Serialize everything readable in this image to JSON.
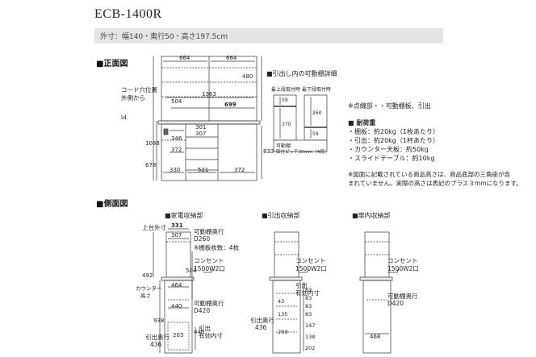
{
  "title": "ECB-1400R",
  "spec": "外寸：幅140・奥行50・高さ197.5cm",
  "front": {
    "section_label": "■正面図",
    "dims": {
      "w664a": "664",
      "w664b": "664",
      "h480": "480",
      "w1363": "1363",
      "w699": "699",
      "h504": "504",
      "h54": "54",
      "h1088": "1088",
      "h678": "678",
      "w301": "301",
      "w307": "307",
      "w346": "346",
      "w372": "372",
      "h833": "833",
      "w330": "330",
      "w521": "521",
      "w372b": "372"
    },
    "cord_label": [
      "コード穴位置",
      "外側から"
    ]
  },
  "shelf_detail": {
    "title": "■引出し内の可動棚詳細",
    "upper_label": "最上段取付時",
    "lower_label": "最下段取付時",
    "dims": {
      "d59a": "59",
      "d370": "370",
      "d59b": "59",
      "d260": "260"
    },
    "callout": [
      "可動棚",
      "取付ピッチ30mm（4段）"
    ]
  },
  "notes": {
    "dotted": "※点線部・・可動棚板、引出",
    "load_title": "■ 耐荷重",
    "loads": [
      "・棚板：約20kg（1枚あたり）",
      "・引出：約20kg（1杯あたり）",
      "・カウンター天板：約50kg",
      "・スライドテーブル：約10kg"
    ],
    "disclaimer": [
      "※図面に記載されている商品高さは、商品底部の三角座が含",
      "まれていません。実際の高さは表記のプラス３mmになります。"
    ]
  },
  "side": {
    "section_label": "■側面図",
    "appliance": {
      "title": "■家電収納部",
      "top_depth": "上台外寸",
      "d331": "331",
      "d307": "307",
      "shelf_depth": [
        "可動棚奥行",
        "D260"
      ],
      "shelf_count": "※棚板枚数：4枚",
      "outlet": [
        "コンセント",
        "1500W2口"
      ],
      "h492": "492",
      "h504": "504",
      "counter_height": [
        "カウンター",
        "高さ"
      ],
      "d464": "464",
      "d440": "440",
      "shelf_depth2": [
        "可動棚奥行",
        "D420"
      ],
      "h938": "938",
      "h203": "203",
      "h446": "446",
      "inner_height": [
        "引出",
        "有効内寸"
      ],
      "drawer_depth": [
        "引出奥行",
        "436"
      ]
    },
    "drawer": {
      "title": "■引出収納部",
      "outlet": [
        "コンセント",
        "1500W2口"
      ],
      "inner_height": [
        "引出",
        "有効内寸"
      ],
      "drawer_depth": [
        "引出奥行",
        "436"
      ],
      "hs": [
        "202",
        "138",
        "147",
        "83",
        "83",
        "83",
        "83"
      ],
      "hs_lower": [
        "203",
        "135",
        "43"
      ]
    },
    "door": {
      "title": "■扉内収納部",
      "outlet": [
        "コンセント",
        "1500W2口"
      ],
      "shelf_depth": [
        "可動棚奥行",
        "D420"
      ],
      "d468": "468"
    }
  }
}
